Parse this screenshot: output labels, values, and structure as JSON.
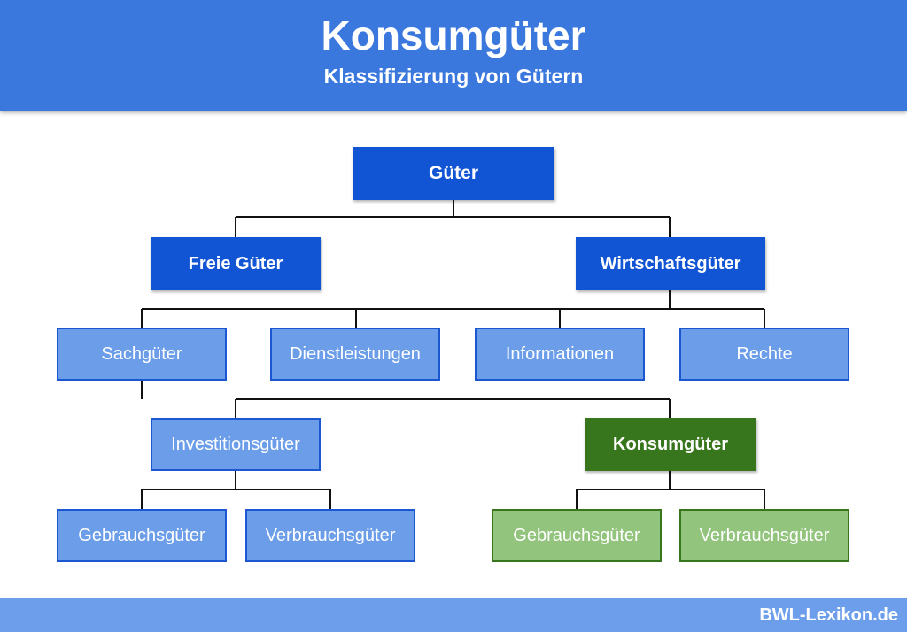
{
  "header": {
    "title": "Konsumgüter",
    "subtitle": "Klassifizierung von Gütern"
  },
  "diagram": {
    "root": "Güter",
    "level1": {
      "left": "Freie Güter",
      "right": "Wirtschaftsgüter"
    },
    "level2": [
      "Sachgüter",
      "Dienstleistungen",
      "Informationen",
      "Rechte"
    ],
    "level3": {
      "left": "Investitionsgüter",
      "right": "Konsumgüter"
    },
    "level4_left": [
      "Gebrauchsgüter",
      "Verbrauchsgüter"
    ],
    "level4_right": [
      "Gebrauchsgüter",
      "Verbrauchsgüter"
    ]
  },
  "footer": {
    "brand": "BWL-Lexikon.de"
  },
  "colors": {
    "header": "#3b78de",
    "node_dark": "#1255d4",
    "node_light": "#6b9de8",
    "node_green_dark": "#38761d",
    "node_green_light": "#93c47d",
    "footer": "#6d9eeb"
  }
}
